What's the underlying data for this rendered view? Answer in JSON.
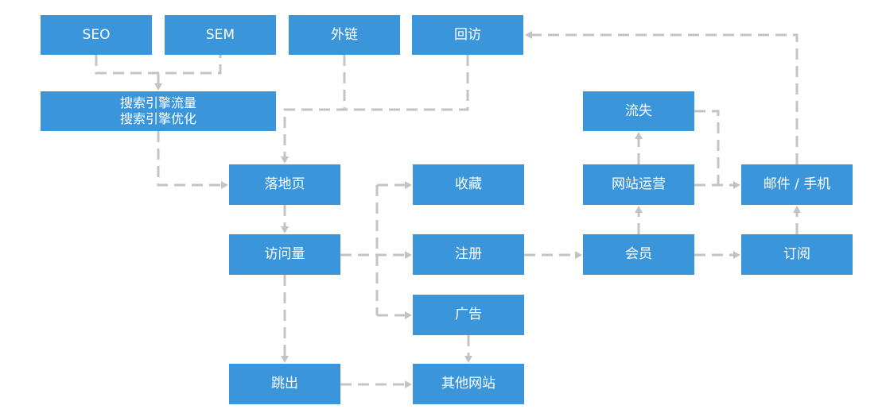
{
  "colors": {
    "node_fill": "#3a95db",
    "node_text": "#ffffff",
    "connector": "#c3c3c3"
  },
  "nodes": {
    "seo": "SEO",
    "sem": "SEM",
    "backlinks": "外链",
    "revisit": "回访",
    "search_engine": {
      "line1": "搜索引擎流量",
      "line2": "搜索引擎优化"
    },
    "landing_page": "落地页",
    "visits": "访问量",
    "bounce": "跳出",
    "bookmark": "收藏",
    "register": "注册",
    "ads": "广告",
    "other_sites": "其他网站",
    "churn": "流失",
    "site_operations": "网站运营",
    "member": "会员",
    "email_phone": "邮件 / 手机",
    "subscribe": "订阅"
  }
}
